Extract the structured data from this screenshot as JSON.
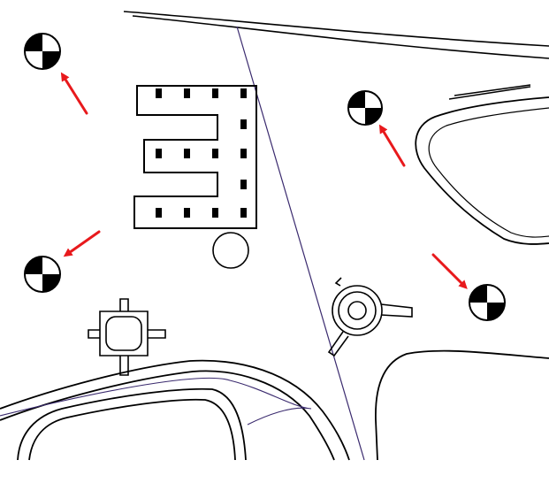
{
  "drawing": {
    "line_color": "#000000",
    "seam_color": "#3a2a6e",
    "arrow_color": "#e8191c"
  },
  "targets": [
    {
      "id": "target-upper-left"
    },
    {
      "id": "target-lower-left"
    },
    {
      "id": "target-upper-right"
    },
    {
      "id": "target-lower-right"
    }
  ],
  "arrows": [
    {
      "id": "arrow-upper-left",
      "points_to": "target-upper-left"
    },
    {
      "id": "arrow-lower-left",
      "points_to": "target-lower-left"
    },
    {
      "id": "arrow-upper-right",
      "points_to": "target-upper-right"
    },
    {
      "id": "arrow-lower-right",
      "points_to": "target-lower-right"
    }
  ],
  "icons": [
    "checkered-target-icon",
    "red-arrow-icon"
  ]
}
